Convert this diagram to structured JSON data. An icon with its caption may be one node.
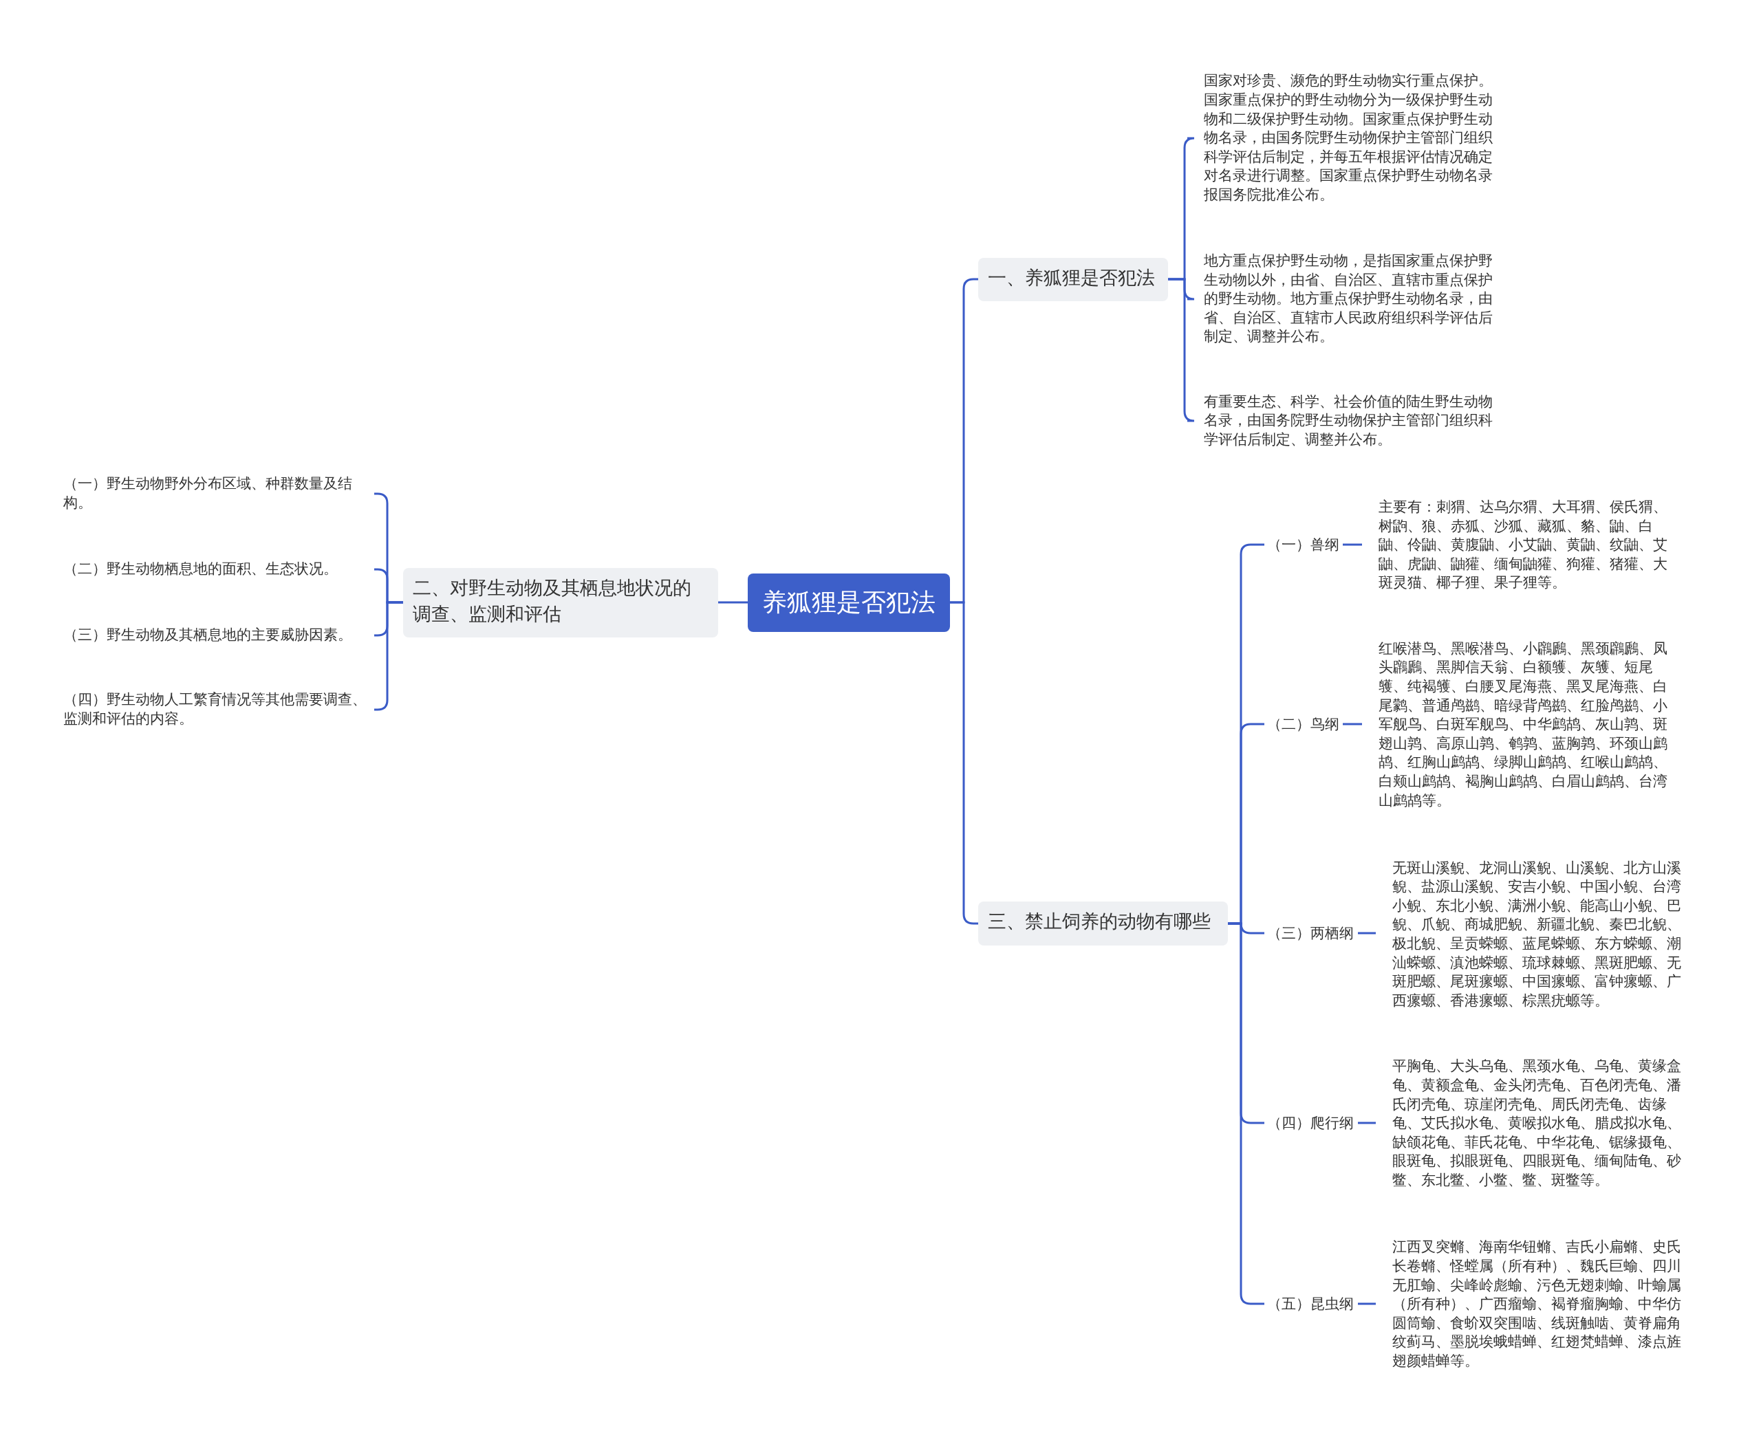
{
  "diagram": {
    "nodes": [
      {
        "text": [
          "养狐狸是否犯法"
        ]
      },
      {
        "text": [
          "一、养狐狸是否犯法"
        ]
      },
      {
        "text": [
          "国家对珍贵、濒危的野生动物实行重点保护。国家重点保护的野生动物分为一级保护野生动物和二级保护野生动物。国家重点保护野生动物名录，由国务院野生动物保护主管部门组织科学评估后制定，并每五年根据评估情况确定对名录进行调整。国家重点保护野生动物名录报国务院批准公布。"
        ]
      },
      {
        "text": [
          "地方重点保护野生动物，是指国家重点保护野生动物以外，由省、自治区、直辖市重点保护的野生动物。地方重点保护野生动物名录，由省、自治区、直辖市人民政府组织科学评估后制定、调整并公布。"
        ]
      },
      {
        "text": [
          "有重要生态、科学、社会价值的陆生野生动物名录，由国务院野生动物保护主管部门组织科学评估后制定、调整并公布。"
        ]
      },
      {
        "text": [
          "二、对野生动物及其栖息地状况的调查、监测和评估"
        ]
      },
      {
        "text": [
          "（一）野生动物野外分布区域、种群数量及结构。"
        ]
      },
      {
        "text": [
          "（二）野生动物栖息地的面积、生态状况。"
        ]
      },
      {
        "text": [
          "（三）野生动物及其栖息地的主要威胁因素。"
        ]
      },
      {
        "text": [
          "（四）野生动物人工繁育情况等其他需要调查、监测和评估的内容。"
        ]
      },
      {
        "text": [
          "三、禁止饲养的动物有哪些"
        ]
      },
      {
        "text": [
          "（一）兽纲"
        ]
      },
      {
        "text": [
          "主要有：刺猬、达乌尔猬、大耳猬、侯氏猬、树鼩、狼、赤狐、沙狐、藏狐、貉、鼬、白鼬、伶鼬、黄腹鼬、小艾鼬、黄鼬、纹鼬、艾鼬、虎鼬、鼬獾、缅甸鼬獾、狗獾、猪獾、大斑灵猫、椰子狸、果子狸等。"
        ]
      },
      {
        "text": [
          "（二）鸟纲"
        ]
      },
      {
        "text": [
          "红喉潜鸟、黑喉潜鸟、小鸊鷉、黑颈鸊鷉、凤头鸊鷉、黑脚信天翁、白额鹱、灰鹱、短尾鹱、纯褐鹱、白腰叉尾海燕、黑叉尾海燕、白尾鹲、普通鸬鹚、暗绿背鸬鹚、红脸鸬鹚、小军舰鸟、白斑军舰鸟、中华鹧鸪、灰山鹑、斑翅山鹑、高原山鹑、鹌鹑、蓝胸鹑、环颈山鹧鸪、红胸山鹧鸪、绿脚山鹧鸪、红喉山鹧鸪、白颊山鹧鸪、褐胸山鹧鸪、白眉山鹧鸪、台湾山鹧鸪等。"
        ]
      },
      {
        "text": [
          "（三）两栖纲"
        ]
      },
      {
        "text": [
          "无斑山溪鲵、龙洞山溪鲵、山溪鲵、北方山溪鲵、盐源山溪鲵、安吉小鲵、中国小鲵、台湾小鲵、东北小鲵、满洲小鲵、能高山小鲵、巴鲵、爪鲵、商城肥鲵、新疆北鲵、秦巴北鲵、极北鲵、呈贡蝾螈、蓝尾蝾螈、东方蝾螈、潮汕蝾螈、滇池蝾螈、琉球棘螈、黑斑肥螈、无斑肥螈、尾斑瘰螈、中国瘰螈、富钟瘰螈、广西瘰螈、香港瘰螈、棕黑疣螈等。"
        ]
      },
      {
        "text": [
          "（四）爬行纲"
        ]
      },
      {
        "text": [
          "平胸龟、大头乌龟、黑颈水龟、乌龟、黄缘盒龟、黄额盒龟、金头闭壳龟、百色闭壳龟、潘氏闭壳龟、琼崖闭壳龟、周氏闭壳龟、齿缘龟、艾氏拟水龟、黄喉拟水龟、腊戍拟水龟、缺颌花龟、菲氏花龟、中华花龟、锯缘摄龟、眼斑龟、拟眼斑龟、四眼斑龟、缅甸陆龟、砂鳖、东北鳖、小鳖、鳖、斑鳖等。"
        ]
      },
      {
        "text": [
          "（五）昆虫纲"
        ]
      },
      {
        "text": [
          "江西叉突䗛、海南华钮䗛、吉氏小扁䗛、史氏长卷䗛、怪螳属（所有种）、魏氏巨蝓、四川无肛蝓、尖峰岭彪蝓、污色无翅刺蝓、叶蝓属（所有种）、广西瘤蝓、褐脊瘤胸蝓、中华仿圆筒蝓、食蚧双突围啮、线斑触啮、黄脊扁角纹蓟马、墨脱埃蛾蜡蝉、红翅梵蜡蝉、漆点旌翅颜蜡蝉等。"
        ]
      }
    ],
    "edges": [
      {
        "from": 0,
        "to": 1,
        "arrow": "none"
      },
      {
        "from": 0,
        "to": 5,
        "arrow": "none"
      },
      {
        "from": 0,
        "to": 10,
        "arrow": "none"
      },
      {
        "from": 1,
        "to": 2,
        "arrow": "none"
      },
      {
        "from": 1,
        "to": 3,
        "arrow": "none"
      },
      {
        "from": 1,
        "to": 4,
        "arrow": "none"
      },
      {
        "from": 5,
        "to": 6,
        "arrow": "none"
      },
      {
        "from": 5,
        "to": 7,
        "arrow": "none"
      },
      {
        "from": 5,
        "to": 8,
        "arrow": "none"
      },
      {
        "from": 5,
        "to": 9,
        "arrow": "none"
      },
      {
        "from": 10,
        "to": 11,
        "arrow": "none"
      },
      {
        "from": 10,
        "to": 13,
        "arrow": "none"
      },
      {
        "from": 10,
        "to": 15,
        "arrow": "none"
      },
      {
        "from": 10,
        "to": 17,
        "arrow": "none"
      },
      {
        "from": 10,
        "to": 19,
        "arrow": "none"
      },
      {
        "from": 11,
        "to": 12,
        "arrow": "none"
      },
      {
        "from": 13,
        "to": 14,
        "arrow": "none"
      },
      {
        "from": 15,
        "to": 16,
        "arrow": "none"
      },
      {
        "from": 17,
        "to": 18,
        "arrow": "none"
      },
      {
        "from": 19,
        "to": 20,
        "arrow": "none"
      }
    ]
  }
}
